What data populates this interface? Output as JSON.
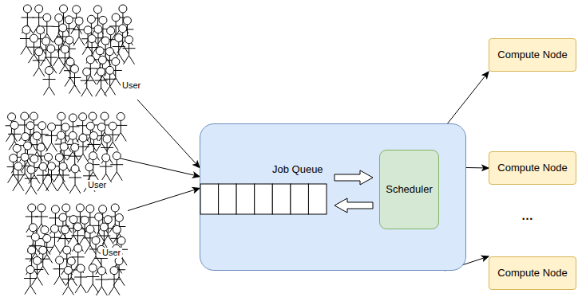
{
  "diagram": {
    "nodes": [
      {
        "text": [
          "User"
        ]
      },
      {
        "text": [
          "User"
        ]
      },
      {
        "text": [
          "User"
        ]
      },
      {
        "text": [
          "Job Queue"
        ]
      },
      {
        "text": [
          "Scheduler"
        ],
        "in": 3
      },
      {
        "text": [
          "Compute Node"
        ]
      },
      {
        "text": [
          "Compute Node"
        ]
      },
      {
        "text": [
          "Compute Node"
        ]
      }
    ],
    "edges": [
      {
        "from": 0,
        "to": 3,
        "arrow": "to"
      },
      {
        "from": 1,
        "to": 3,
        "arrow": "to"
      },
      {
        "from": 2,
        "to": 3,
        "arrow": "to"
      },
      {
        "from": 3,
        "to": 5,
        "arrow": "to"
      },
      {
        "from": 3,
        "to": 6,
        "arrow": "to"
      },
      {
        "from": 3,
        "to": 7,
        "arrow": "to"
      }
    ],
    "labels": [
      "…"
    ]
  }
}
